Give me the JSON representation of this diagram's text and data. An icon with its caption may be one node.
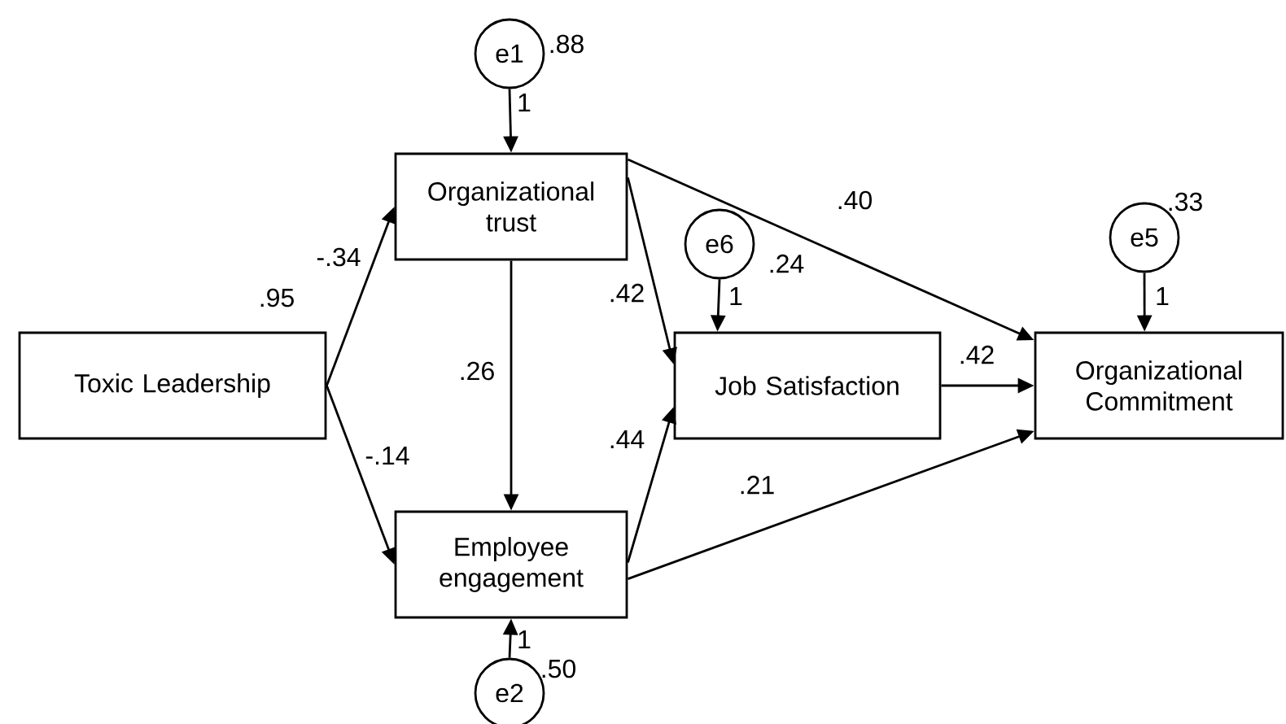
{
  "diagram": {
    "nodes": [
      {
        "text": [
          "e1"
        ],
        "beside": [
          ".88"
        ]
      },
      {
        "text": [
          "Organizational trust"
        ]
      },
      {
        "text": [
          "e6"
        ],
        "beside": [
          ".24"
        ]
      },
      {
        "text": [
          "e5"
        ],
        "beside": [
          ".33"
        ]
      },
      {
        "text": [
          "Toxic Leadership"
        ]
      },
      {
        "text": [
          "Job Satisfaction"
        ]
      },
      {
        "text": [
          "Organizational Commitment"
        ]
      },
      {
        "text": [
          "Employee engagement"
        ]
      },
      {
        "text": [
          "e2"
        ],
        "beside": [
          ".50"
        ]
      }
    ],
    "edges": [
      {
        "from": 4,
        "to": 1,
        "arrow": "to",
        "label": "-.34"
      },
      {
        "from": 4,
        "to": 7,
        "arrow": "to",
        "label": "-.14"
      },
      {
        "from": 1,
        "to": 7,
        "arrow": "to",
        "label": ".26"
      },
      {
        "from": 1,
        "to": 5,
        "arrow": "to",
        "label": ".42"
      },
      {
        "from": 7,
        "to": 5,
        "arrow": "to",
        "label": ".44"
      },
      {
        "from": 1,
        "to": 6,
        "arrow": "to",
        "label": ".40"
      },
      {
        "from": 5,
        "to": 6,
        "arrow": "to",
        "label": ".42"
      },
      {
        "from": 7,
        "to": 6,
        "arrow": "to",
        "label": ".21"
      },
      {
        "from": 0,
        "to": 1,
        "arrow": "to",
        "label": "1"
      },
      {
        "from": 2,
        "to": 5,
        "arrow": "to",
        "label": "1"
      },
      {
        "from": 3,
        "to": 6,
        "arrow": "to",
        "label": "1"
      },
      {
        "from": 8,
        "to": 7,
        "arrow": "to",
        "label": "1"
      }
    ],
    "labels": [
      ".95"
    ]
  }
}
